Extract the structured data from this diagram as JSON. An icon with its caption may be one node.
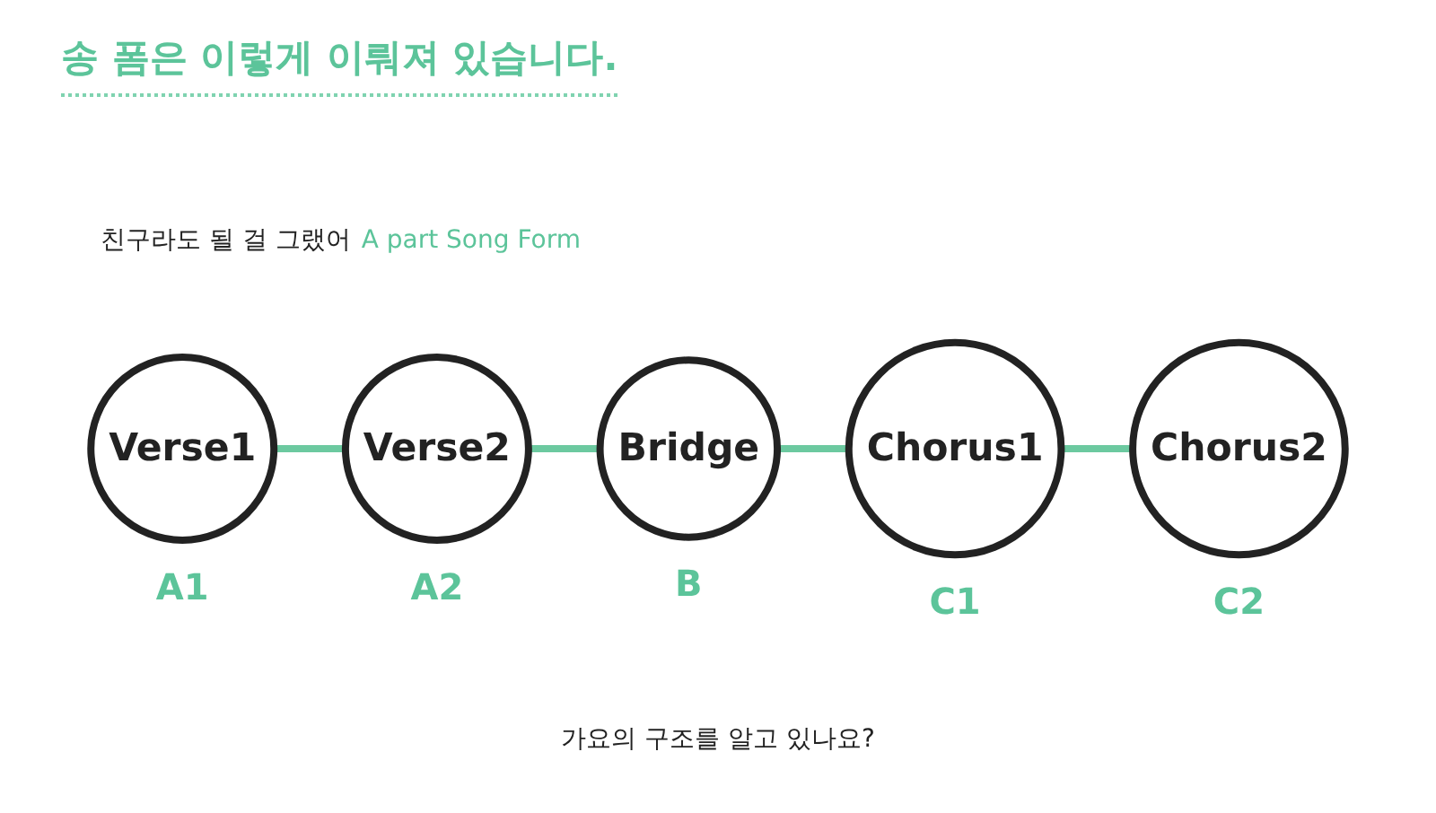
{
  "diagram": {
    "title": "송 폼은 이렇게 이뤄져 있습니다.",
    "nodes": [
      {
        "text": [
          "Verse1"
        ],
        "beside": [
          "A1"
        ]
      },
      {
        "text": [
          "Verse2"
        ],
        "beside": [
          "A2"
        ]
      },
      {
        "text": [
          "Bridge"
        ],
        "beside": [
          "B"
        ]
      },
      {
        "text": [
          "Chorus1"
        ],
        "beside": [
          "C1"
        ]
      },
      {
        "text": [
          "Chorus2"
        ],
        "beside": [
          "C2"
        ]
      }
    ],
    "edges": [
      {
        "from": 0,
        "to": 1,
        "arrow": "none"
      },
      {
        "from": 1,
        "to": 2,
        "arrow": "none"
      },
      {
        "from": 2,
        "to": 3,
        "arrow": "none"
      },
      {
        "from": 3,
        "to": 4,
        "arrow": "none"
      }
    ],
    "labels": [
      "친구라도 될 걸 그랬어",
      "A part Song Form",
      "가요의 구조를 알고 있나요?"
    ]
  }
}
